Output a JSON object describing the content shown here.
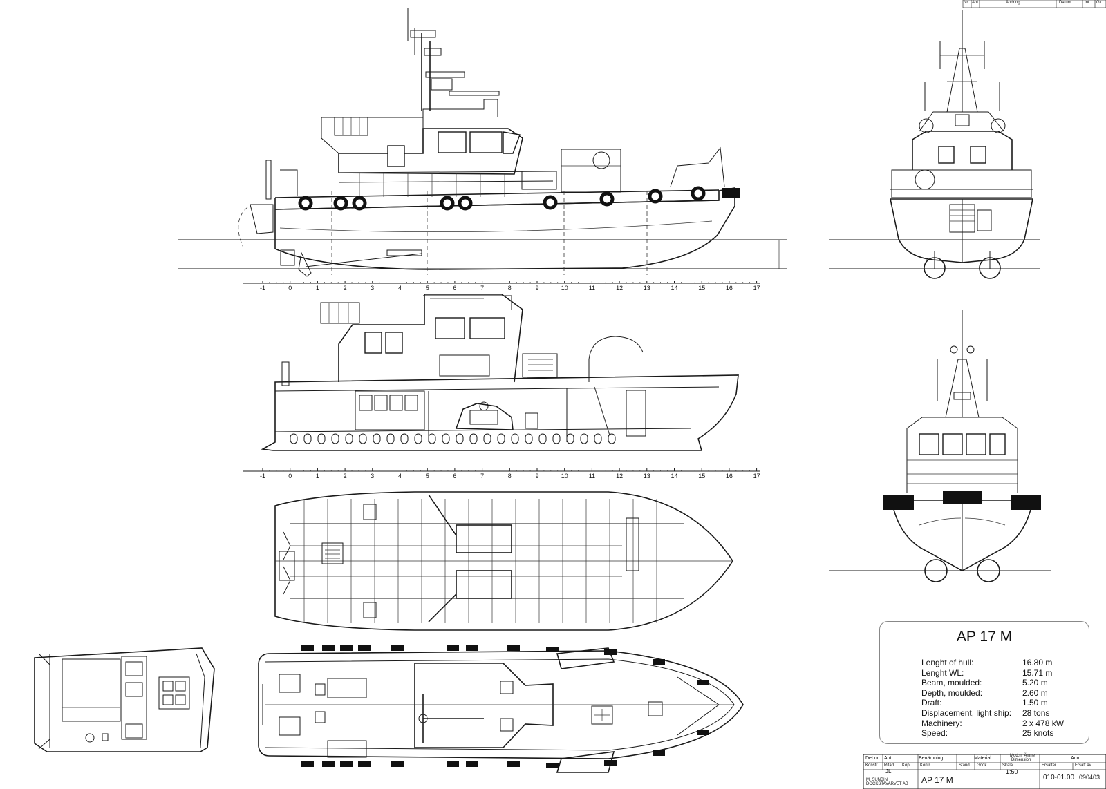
{
  "drawing": {
    "ruler_top": [
      "-1",
      "0",
      "1",
      "2",
      "3",
      "4",
      "5",
      "6",
      "7",
      "8",
      "9",
      "10",
      "11",
      "12",
      "13",
      "14",
      "15",
      "16",
      "17"
    ],
    "ruler_mid": [
      "-1",
      "0",
      "1",
      "2",
      "3",
      "4",
      "5",
      "6",
      "7",
      "8",
      "9",
      "10",
      "11",
      "12",
      "13",
      "14",
      "15",
      "16",
      "17"
    ]
  },
  "spec": {
    "title": "AP 17 M",
    "rows": [
      {
        "label": "Lenght of hull:",
        "value": "16.80 m"
      },
      {
        "label": "Lenght WL:",
        "value": "15.71 m"
      },
      {
        "label": "Beam, moulded:",
        "value": "5.20 m"
      },
      {
        "label": "Depth, moulded:",
        "value": "2.60 m"
      },
      {
        "label": "Draft:",
        "value": "1.50 m"
      },
      {
        "label": "Displacement, light ship:",
        "value": "28 tons"
      },
      {
        "label": "Machinery:",
        "value": "2 x 478 kW"
      },
      {
        "label": "Speed:",
        "value": "25 knots"
      }
    ]
  },
  "revision_block": {
    "nr": "Nr",
    "ant": "Ant",
    "andring": "Ändring",
    "datum": "Datum",
    "int": "Int.",
    "gk": "Gk"
  },
  "title_block": {
    "det_nr": "Det.nr",
    "ant": "Ant.",
    "benamning": "Benämning",
    "material": "Material",
    "mod_nr": "Mod.nr Ämne",
    "dimension": "Dimension",
    "anm": "Anm.",
    "konstr": "Konstr.",
    "ritad": "Ritad",
    "ritad_by": "JL",
    "kop": "Kop.",
    "kontr": "Kontr.",
    "stand": "Stand.",
    "godk": "Godk.",
    "skala": "Skala",
    "scale_value": "1:50",
    "ersatter": "Ersätter",
    "ersatt_av": "Ersatt av",
    "company": "M. SUNBIN DOCKSTAVARVET AB",
    "name": "AP 17 M",
    "drawing_no": "010-01.00",
    "date": "090403"
  }
}
